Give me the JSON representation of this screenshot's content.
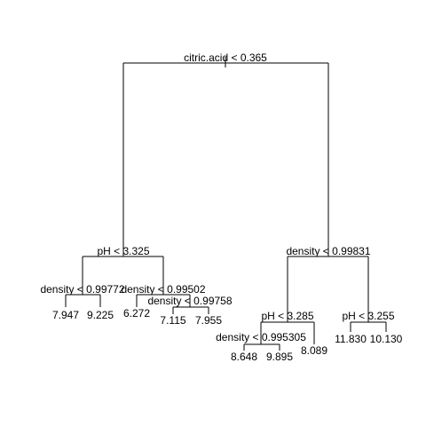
{
  "tree": {
    "splits": {
      "root": "citric.acid < 0.365",
      "left": "pH < 3.325",
      "left_left": "density < 0.99772",
      "left_right": "density < 0.99502",
      "left_right_right": "density < 0.99758",
      "right": "density < 0.99831",
      "right_left": "pH < 3.285",
      "right_left_left": "density < 0.995305",
      "right_right": "pH < 3.255"
    },
    "leaves": {
      "ll_l": "7.947",
      "ll_r": "9.225",
      "lr_l": "6.272",
      "lrr_l": "7.115",
      "lrr_r": "7.955",
      "rll_l": "8.648",
      "rll_r": "9.895",
      "rl_r": "8.089",
      "rr_l": "11.830",
      "rr_r": "10.130"
    }
  }
}
